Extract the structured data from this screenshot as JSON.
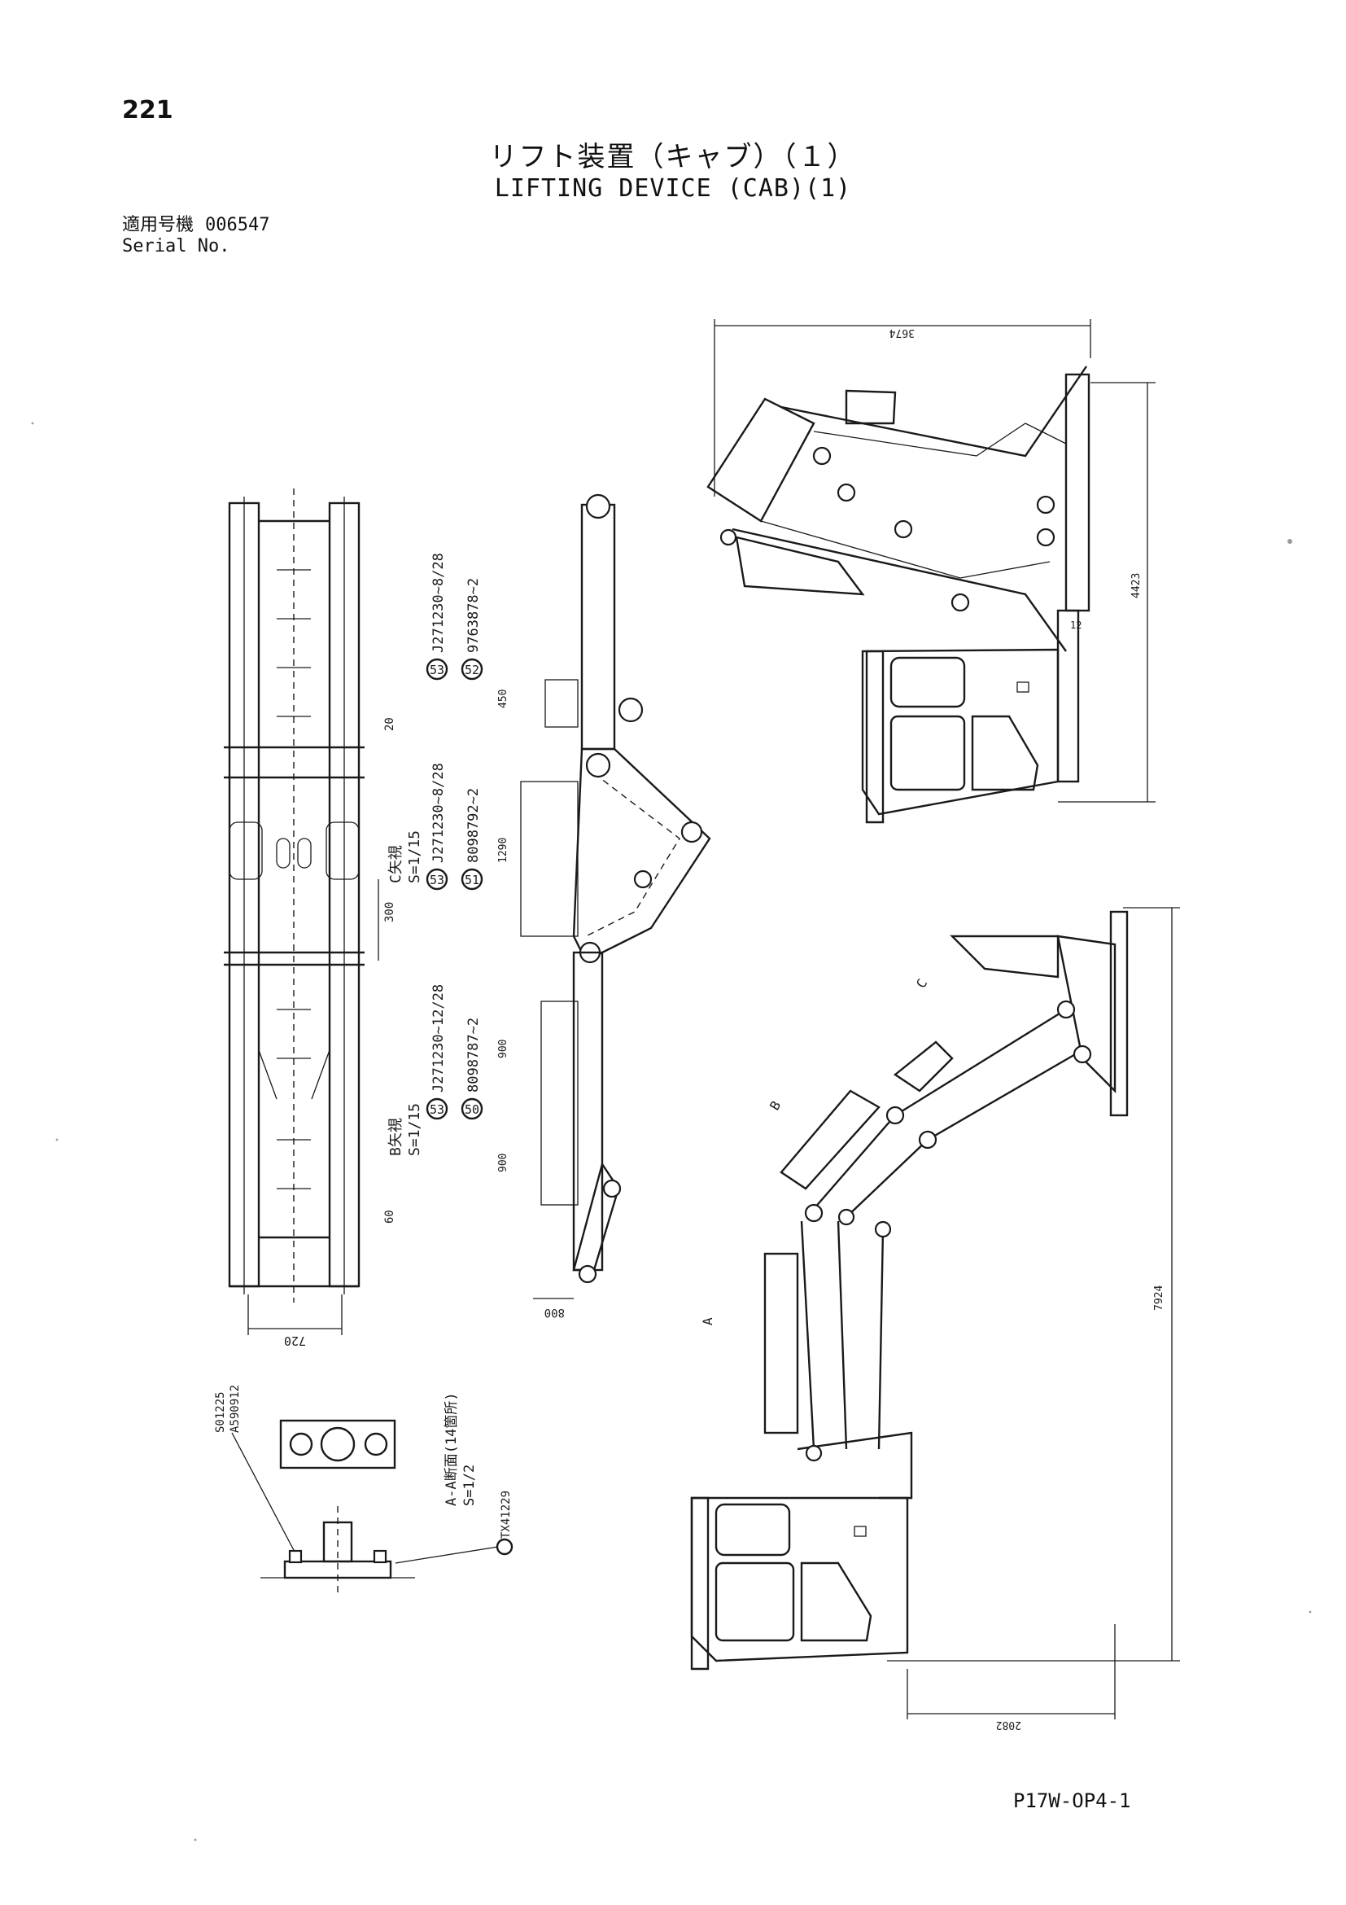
{
  "page": {
    "number": "221",
    "title_jp": "リフト装置（キャブ）（１）",
    "title_en": "LIFTING DEVICE (CAB)(1)",
    "serial_label_jp": "適用号機",
    "serial_value": "006547",
    "serial_label_en": "Serial No.",
    "doc_code": "P17W-OP4-1"
  },
  "callouts": [
    {
      "number": "53",
      "part": "J271230~8/28"
    },
    {
      "number": "52",
      "part": "9763878~2"
    },
    {
      "number": "53",
      "part": "J271230~8/28"
    },
    {
      "number": "51",
      "part": "8098792~2"
    },
    {
      "number": "53",
      "part": "J271230~12/28"
    },
    {
      "number": "50",
      "part": "8098787~2"
    }
  ],
  "section_labels": {
    "c_view": "C矢視",
    "c_scale": "S=1/15",
    "b_view": "B矢視",
    "b_scale": "S=1/15",
    "a_view": "A-A断面(14箇所)",
    "a_scale": "S=1/2",
    "bolt_ref": "TX41229",
    "screw_ref_1": "S01225",
    "screw_ref_2": "A590912"
  },
  "dimensions": {
    "top_width": "3674",
    "upper_height": "4423",
    "lower_height": "7924",
    "lower_base": "2082",
    "frame_width": "720",
    "arm_width": "800",
    "d450": "450",
    "d1290": "1290",
    "d900a": "900",
    "d900b": "900",
    "d300": "300",
    "d20": "20",
    "d60": "60",
    "d12": "12"
  },
  "view_markers": {
    "c": "C",
    "b": "B",
    "a": "A"
  }
}
